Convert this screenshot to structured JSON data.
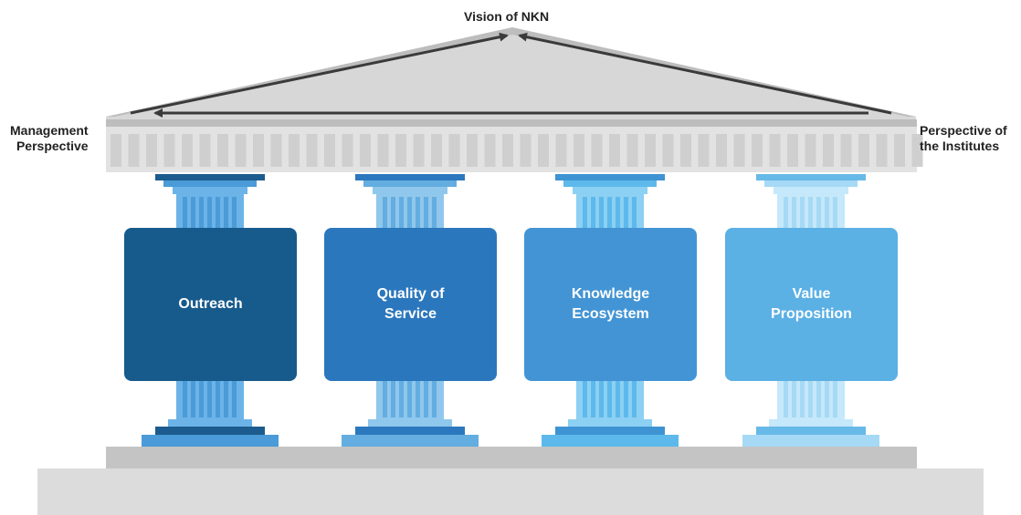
{
  "labels": {
    "top": "Vision of NKN",
    "left": "Management\nPerspective",
    "right": "Perspective of\nthe Institutes"
  },
  "pillars": [
    {
      "label": "Outreach",
      "color": "#175A8C",
      "dark": "#1C5B8D",
      "mid": "#4A9BD7",
      "light": "#6CB3E8"
    },
    {
      "label": "Quality of\nService",
      "color": "#2B77BD",
      "dark": "#2C78BE",
      "mid": "#63ADE0",
      "light": "#90C7EC"
    },
    {
      "label": "Knowledge\nEcosystem",
      "color": "#4394D4",
      "dark": "#3E93D3",
      "mid": "#5DB9EB",
      "light": "#8CD0F3"
    },
    {
      "label": "Value\nProposition",
      "color": "#5BB0E4",
      "dark": "#67B9E8",
      "mid": "#A6D9F5",
      "light": "#C5E8FA"
    }
  ]
}
